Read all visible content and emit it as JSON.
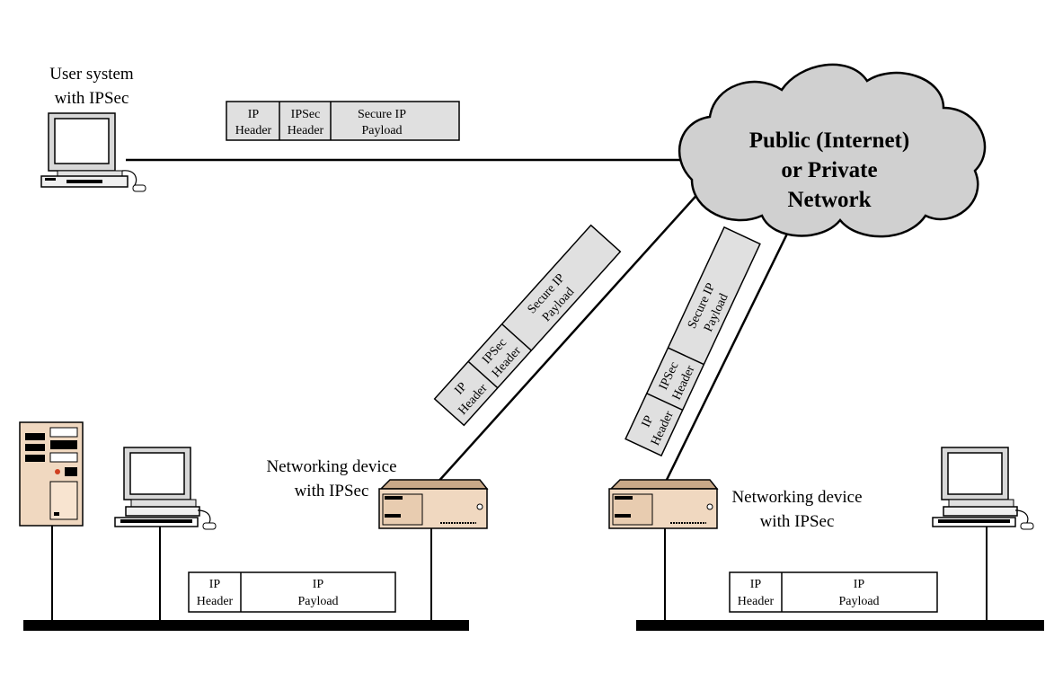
{
  "cloud": {
    "line1": "Public (Internet)",
    "line2": "or Private",
    "line3": "Network"
  },
  "user_system": {
    "line1": "User system",
    "line2": "with IPSec"
  },
  "device_left": {
    "line1": "Networking device",
    "line2": "with IPSec"
  },
  "device_right": {
    "line1": "Networking device",
    "line2": "with IPSec"
  },
  "secure_packet": {
    "ip_header_1": "IP",
    "ip_header_2": "Header",
    "ipsec_header_1": "IPSec",
    "ipsec_header_2": "Header",
    "payload_1": "Secure IP",
    "payload_2": "Payload"
  },
  "plain_packet": {
    "ip_header_1": "IP",
    "ip_header_2": "Header",
    "payload_1": "IP",
    "payload_2": "Payload"
  },
  "colors": {
    "packet_fill": "#e0e0e0",
    "cloud_fill": "#d0d0d0",
    "device_fill": "#f0d8c0"
  }
}
